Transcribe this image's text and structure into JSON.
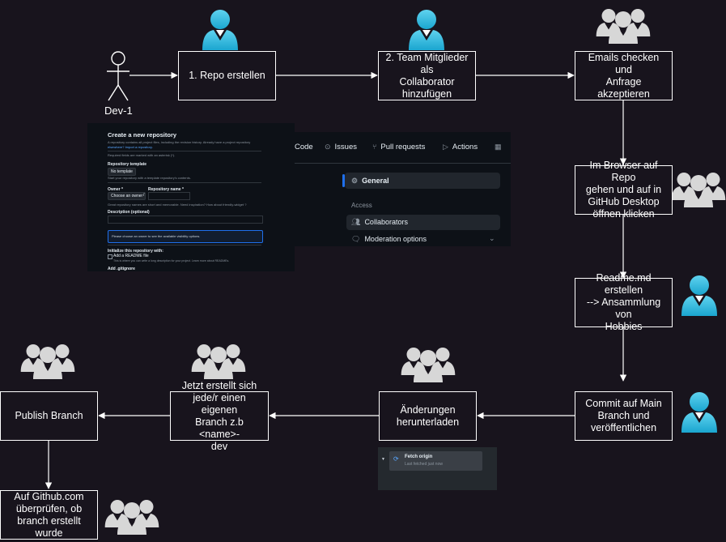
{
  "diagram": {
    "actor_label": "Dev-1",
    "boxes": {
      "repo_erstellen": "1. Repo erstellen",
      "team_mitglieder": "2. Team Mitglieder als\nCollaborator\nhinzufügen",
      "emails_checken": "Emails checken und\nAnfrage akzeptieren",
      "browser_repo": "Im Browser auf Repo\ngehen und auf in\nGitHub Desktop\nöffnen klicken",
      "readme_erstellen": "Readme.md erstellen\n--> Ansammlung von\nHobbies",
      "commit_main": "Commit auf Main\nBranch und\nveröffentlichen",
      "aenderungen": "Änderungen\nherunterladen",
      "eigener_branch": "Jetzt erstellt sich\njede/r einen eigenen\nBranch z.b <name>-\ndev",
      "publish_branch": "Publish Branch",
      "github_pruefen": "Auf Github.com\nüberprüfen, ob\nbranch erstellt wurde"
    }
  },
  "screenshots": {
    "create_repo": {
      "title": "Create a new repository",
      "subtitle": "A repository contains all project files, including the revision history. Already have a project repository",
      "subtitle2": "elsewhere? Import a repository.",
      "required": "Required fields are marked with an asterisk (*).",
      "template_label": "Repository template",
      "template_value": "No template",
      "template_hint": "Start your repository with a template repository's contents.",
      "owner_label": "Owner *",
      "owner_value": "Choose an owner",
      "name_label": "Repository name *",
      "name_hint": "Great repository names are short and memorable. Need inspiration? How about friendly-widget ?",
      "description_label": "Description (optional)",
      "note": "Please choose an owner to see the available visibility options.",
      "init_label": "Initialize this repository with:",
      "readme_label": "Add a README file",
      "readme_hint": "This is where you can write a long description for your project. Learn more about READMEs.",
      "gitignore_label": "Add .gitignore"
    },
    "settings": {
      "nav_code": "Code",
      "nav_issues": "Issues",
      "nav_pull_requests": "Pull requests",
      "nav_actions": "Actions",
      "general": "General",
      "access": "Access",
      "collaborators": "Collaborators",
      "moderation": "Moderation options"
    },
    "fetch": {
      "title": "Fetch origin",
      "subtitle": "Last fetched just now"
    }
  }
}
